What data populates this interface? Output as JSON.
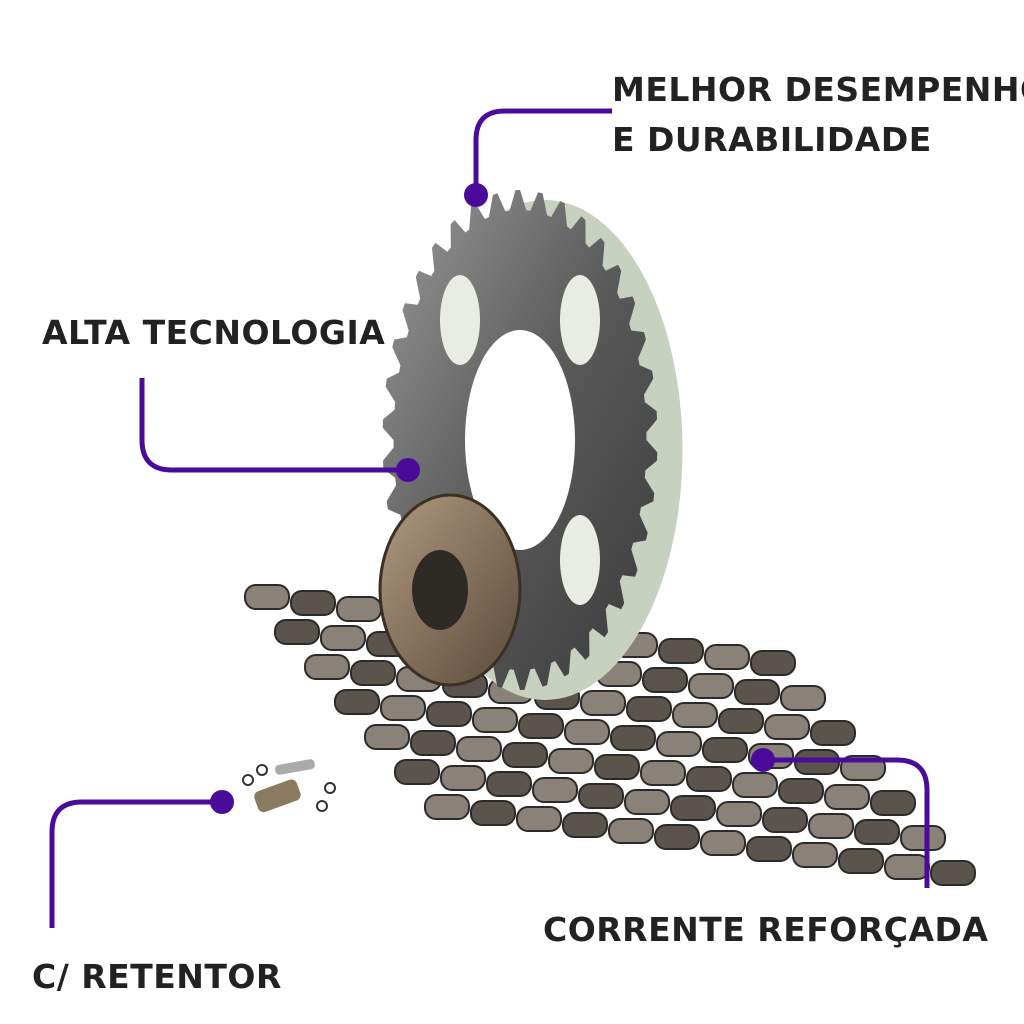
{
  "callouts": {
    "performance_line1": "MELHOR DESEMPENHO",
    "performance_line2": "E DURABILIDADE",
    "technology": "ALTA TECNOLOGIA",
    "chain": "CORRENTE REFORÇADA",
    "seal": "C/ RETENTOR"
  },
  "colors": {
    "accent": "#4a0a9a",
    "text": "#222222"
  }
}
